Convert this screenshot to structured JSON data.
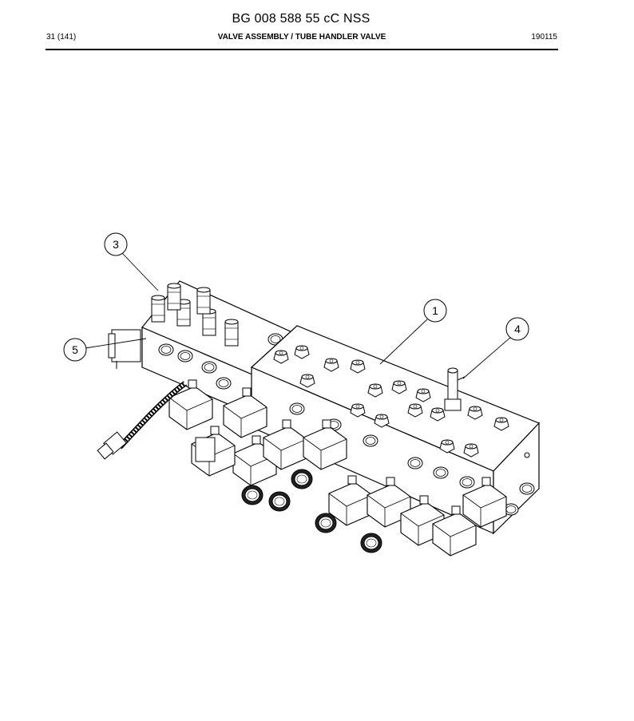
{
  "header": {
    "document_id": "BG 008 588 55 cC NSS",
    "page": "31 (141)",
    "title": "VALVE ASSEMBLY / TUBE HANDLER VALVE",
    "date": "190115"
  },
  "callouts": [
    {
      "number": "1"
    },
    {
      "number": "3"
    },
    {
      "number": "4"
    },
    {
      "number": "5"
    }
  ]
}
